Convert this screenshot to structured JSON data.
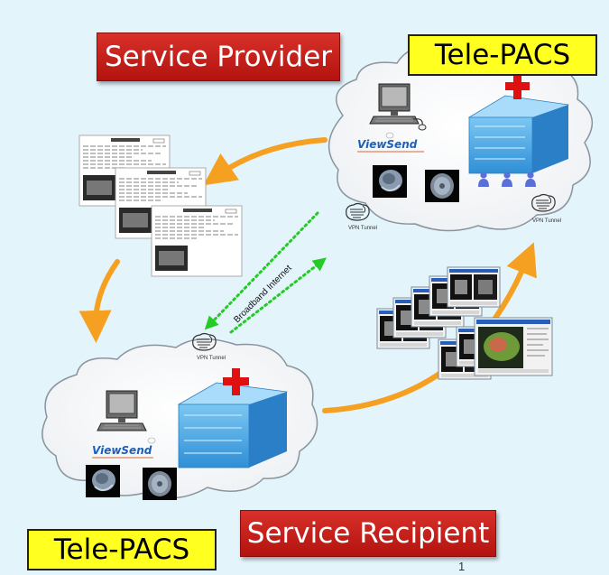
{
  "labels": {
    "service_provider": "Service Provider",
    "service_recipient": "Service Recipient",
    "tele_pacs_top": "Tele-PACS",
    "tele_pacs_bottom": "Tele-PACS"
  },
  "network": {
    "broadband": "Broadband Internet",
    "vpn_tunnel": "VPN Tunnel"
  },
  "software": {
    "viewsend": "ViewSend"
  },
  "page_number": "1",
  "colors": {
    "background": "#e4f4fb",
    "provider_label": "#c8201c",
    "tele_pacs_label": "#ffff20",
    "arrow": "#f5a020",
    "dashed_link": "#22cc22",
    "hospital": "#3ea6e6",
    "red_cross": "#e01010"
  },
  "icons": [
    "computer-icon",
    "hospital-icon",
    "red-cross-icon",
    "person-icon",
    "vpn-tunnel-icon",
    "report-document-icon",
    "medical-image-icon",
    "viewer-screenshot-icon"
  ]
}
